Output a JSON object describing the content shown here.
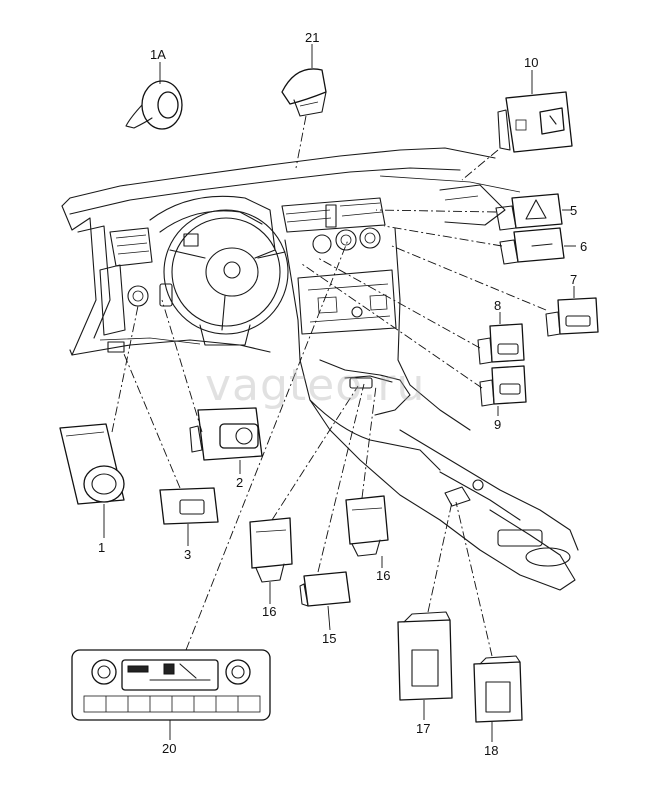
{
  "watermark": "vagteo.ru",
  "callouts": {
    "c1A": "1A",
    "c21": "21",
    "c10": "10",
    "c5": "5",
    "c6": "6",
    "c7": "7",
    "c8": "8",
    "c9": "9",
    "c1": "1",
    "c2": "2",
    "c3": "3",
    "c16a": "16",
    "c16b": "16",
    "c15": "15",
    "c17": "17",
    "c18": "18",
    "c20": "20"
  }
}
